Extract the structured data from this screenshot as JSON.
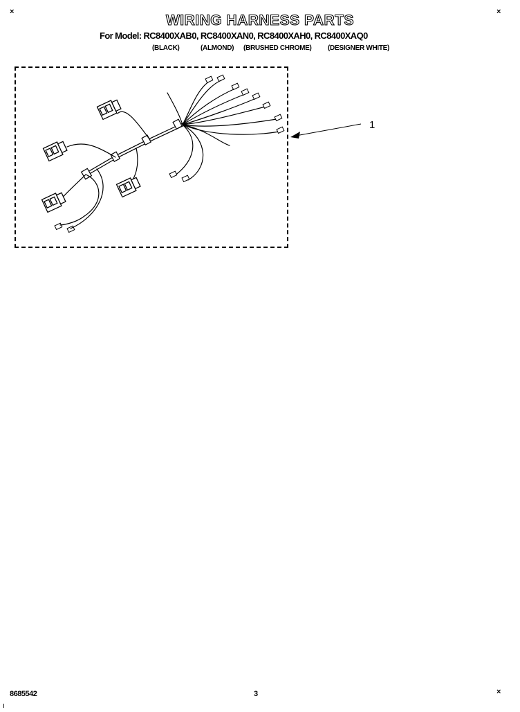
{
  "title": "WIRING HARNESS PARTS",
  "models": "For Model: RC8400XAB0, RC8400XAN0, RC8400XAH0, RC8400XAQ0",
  "colors": {
    "black": "(BLACK)",
    "almond": "(ALMOND)",
    "chrome": "(BRUSHED CHROME)",
    "white": "(DESIGNER WHITE)"
  },
  "callout": "1",
  "footer": {
    "code": "8685542",
    "page": "3"
  },
  "marks": {
    "corner": "×",
    "footer_left": "ı"
  },
  "diagram": {
    "name": "wiring-harness",
    "border": "dashed"
  }
}
